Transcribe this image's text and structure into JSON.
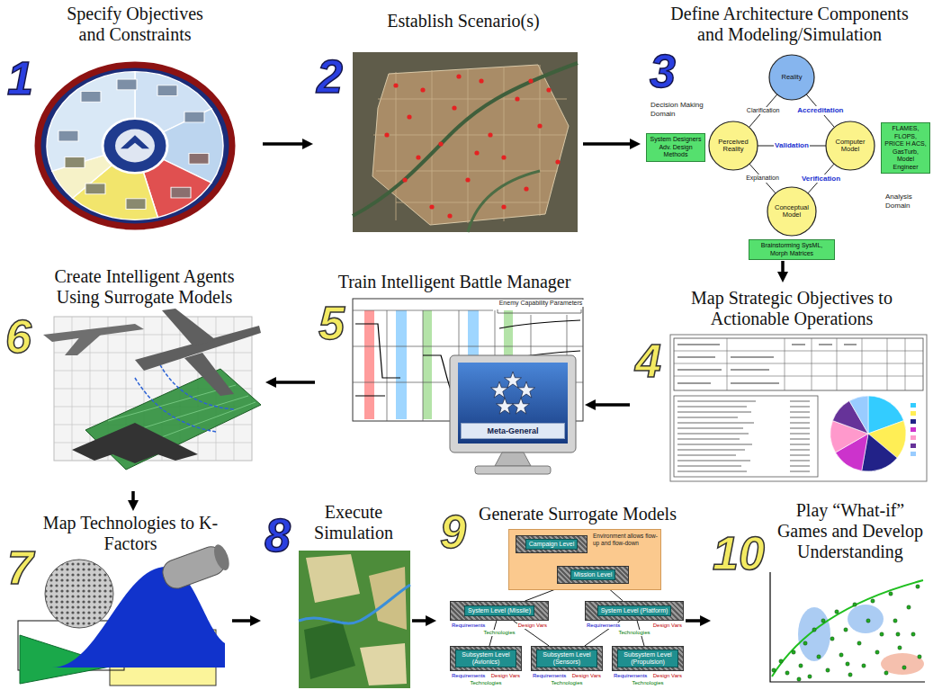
{
  "diagram": {
    "nodes": [
      {
        "text": [
          "Specify Objectives and Constraints",
          "1"
        ]
      },
      {
        "text": [
          "Establish Scenario(s)",
          "2"
        ]
      },
      {
        "text": [
          "Define Architecture Components and Modeling/Simulation",
          "3"
        ]
      },
      {
        "text": [
          "Reality"
        ],
        "in": 2
      },
      {
        "text": [
          "System Designers Adv. Design Methods"
        ],
        "in": 2
      },
      {
        "text": [
          "Perceived Reality"
        ],
        "in": 2
      },
      {
        "text": [
          "Computer Model"
        ],
        "in": 2
      },
      {
        "text": [
          "FLAMES, FLOPS, PRICE H ACS, GasTurb, Model Engineer"
        ],
        "in": 2
      },
      {
        "text": [
          "Conceptual Model"
        ],
        "in": 2
      },
      {
        "text": [
          "Brainstorming SysML, Morph Matrices"
        ],
        "in": 2
      },
      {
        "text": [
          "Map Strategic Objectives to Actionable Operations",
          "4"
        ]
      },
      {
        "text": [
          "Train Intelligent Battle Manager",
          "5"
        ]
      },
      {
        "text": [
          "Meta-General"
        ],
        "in": 11
      },
      {
        "text": [
          "Create Intelligent Agents Using Surrogate Models",
          "6"
        ]
      },
      {
        "text": [
          "Map Technologies to K-Factors",
          "7"
        ]
      },
      {
        "text": [
          "Execute Simulation",
          "8"
        ]
      },
      {
        "text": [
          "Generate Surrogate Models",
          "9"
        ]
      },
      {
        "text": [
          "Environment allows flow-up and flow-down"
        ],
        "in": 16
      },
      {
        "text": [
          "Campaign Level"
        ],
        "in": 17
      },
      {
        "text": [
          "Mission Level"
        ],
        "in": 17
      },
      {
        "text": [
          "System Level (Missile)"
        ],
        "in": 16
      },
      {
        "text": [
          "System Level (Platform)"
        ],
        "in": 16
      },
      {
        "text": [
          "Subsystem Level (Avionics)"
        ],
        "in": 16
      },
      {
        "text": [
          "Subsystem Level (Sensors)"
        ],
        "in": 16
      },
      {
        "text": [
          "Subsystem Level (Propulsion)"
        ],
        "in": 16
      },
      {
        "text": [
          "Play “What-if” Games and Develop Understanding",
          "10"
        ]
      }
    ],
    "edges": [
      {
        "from": 0,
        "to": 1,
        "arrow": "to"
      },
      {
        "from": 1,
        "to": 2,
        "arrow": "to"
      },
      {
        "from": 5,
        "to": 3,
        "label": "Clarification",
        "arrow": "none"
      },
      {
        "from": 3,
        "to": 6,
        "label": "Accreditation",
        "arrow": "none"
      },
      {
        "from": 5,
        "to": 6,
        "label": "Validation",
        "arrow": "none"
      },
      {
        "from": 5,
        "to": 8,
        "label": "Explanation",
        "arrow": "none"
      },
      {
        "from": 8,
        "to": 6,
        "label": "Verification",
        "arrow": "none"
      },
      {
        "from": 2,
        "to": 10,
        "arrow": "to"
      },
      {
        "from": 10,
        "to": 11,
        "arrow": "to"
      },
      {
        "from": 11,
        "to": 13,
        "arrow": "to"
      },
      {
        "from": 13,
        "to": 14,
        "arrow": "to"
      },
      {
        "from": 14,
        "to": 15,
        "arrow": "to"
      },
      {
        "from": 15,
        "to": 16,
        "arrow": "to"
      },
      {
        "from": 18,
        "to": 19,
        "arrow": "both"
      },
      {
        "from": 19,
        "to": 20,
        "arrow": "none"
      },
      {
        "from": 19,
        "to": 21,
        "arrow": "none"
      },
      {
        "from": 20,
        "to": 22,
        "arrow": "none"
      },
      {
        "from": 20,
        "to": 23,
        "arrow": "none"
      },
      {
        "from": 21,
        "to": 23,
        "arrow": "none"
      },
      {
        "from": 21,
        "to": 24,
        "arrow": "none"
      },
      {
        "from": 16,
        "to": 25,
        "arrow": "to"
      }
    ],
    "labels": [
      "Decision Making Domain",
      "Analysis Domain",
      "Enemy Capability Parameters",
      "Requirements",
      "Design Vars",
      "Technologies",
      "Requirements",
      "Design Vars",
      "Technologies",
      "Requirements",
      "Design Vars",
      "Technologies",
      "Requirements",
      "Design Vars",
      "Technologies",
      "Requirements",
      "Design Vars",
      "Technologies"
    ]
  }
}
